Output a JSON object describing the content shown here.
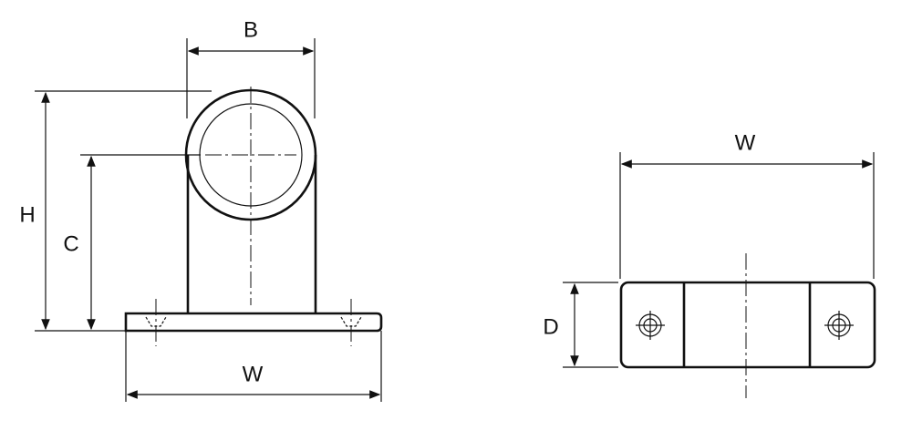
{
  "front_view": {
    "labels": {
      "b": "B",
      "h": "H",
      "c": "C",
      "w": "W"
    }
  },
  "top_view": {
    "labels": {
      "w": "W",
      "d": "D"
    }
  },
  "colors": {
    "ink": "#111111",
    "paper": "#ffffff"
  }
}
